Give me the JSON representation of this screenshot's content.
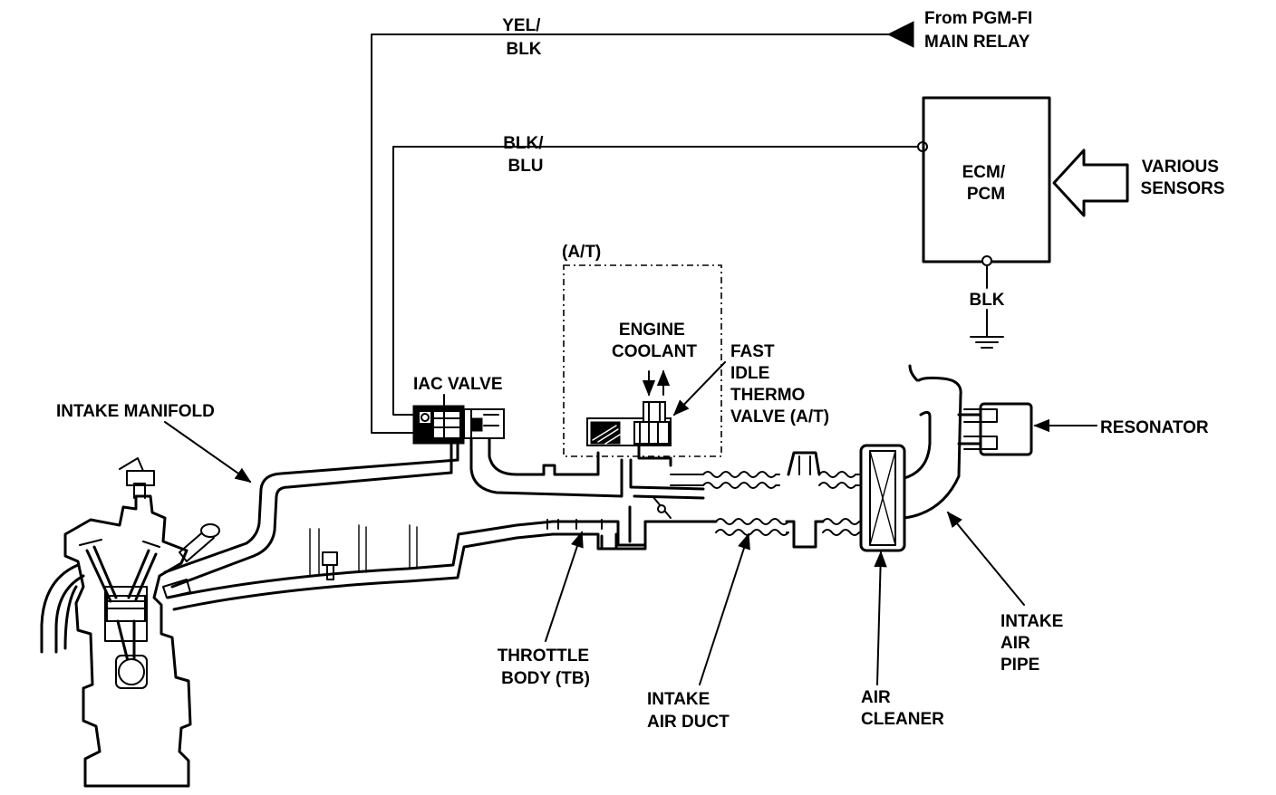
{
  "labels": {
    "wire_yel_blk": [
      "YEL/",
      "BLK"
    ],
    "from_relay": [
      "From PGM-FI",
      "MAIN RELAY"
    ],
    "wire_blk_blu": [
      "BLK/",
      "BLU"
    ],
    "ecm": [
      "ECM/",
      "PCM"
    ],
    "sensors": [
      "VARIOUS",
      "SENSORS"
    ],
    "ground_wire": "BLK",
    "at_box": "(A/T)",
    "engine_coolant": [
      "ENGINE",
      "COOLANT"
    ],
    "fast_idle": [
      "FAST",
      "IDLE",
      "THERMO",
      "VALVE (A/T)"
    ],
    "iac_valve": "IAC VALVE",
    "intake_manifold": "INTAKE MANIFOLD",
    "resonator": "RESONATOR",
    "throttle_body": [
      "THROTTLE",
      "BODY (TB)"
    ],
    "intake_air_duct": [
      "INTAKE",
      "AIR DUCT"
    ],
    "air_cleaner": [
      "AIR",
      "CLEANER"
    ],
    "intake_air_pipe": [
      "INTAKE",
      "AIR",
      "PIPE"
    ]
  }
}
